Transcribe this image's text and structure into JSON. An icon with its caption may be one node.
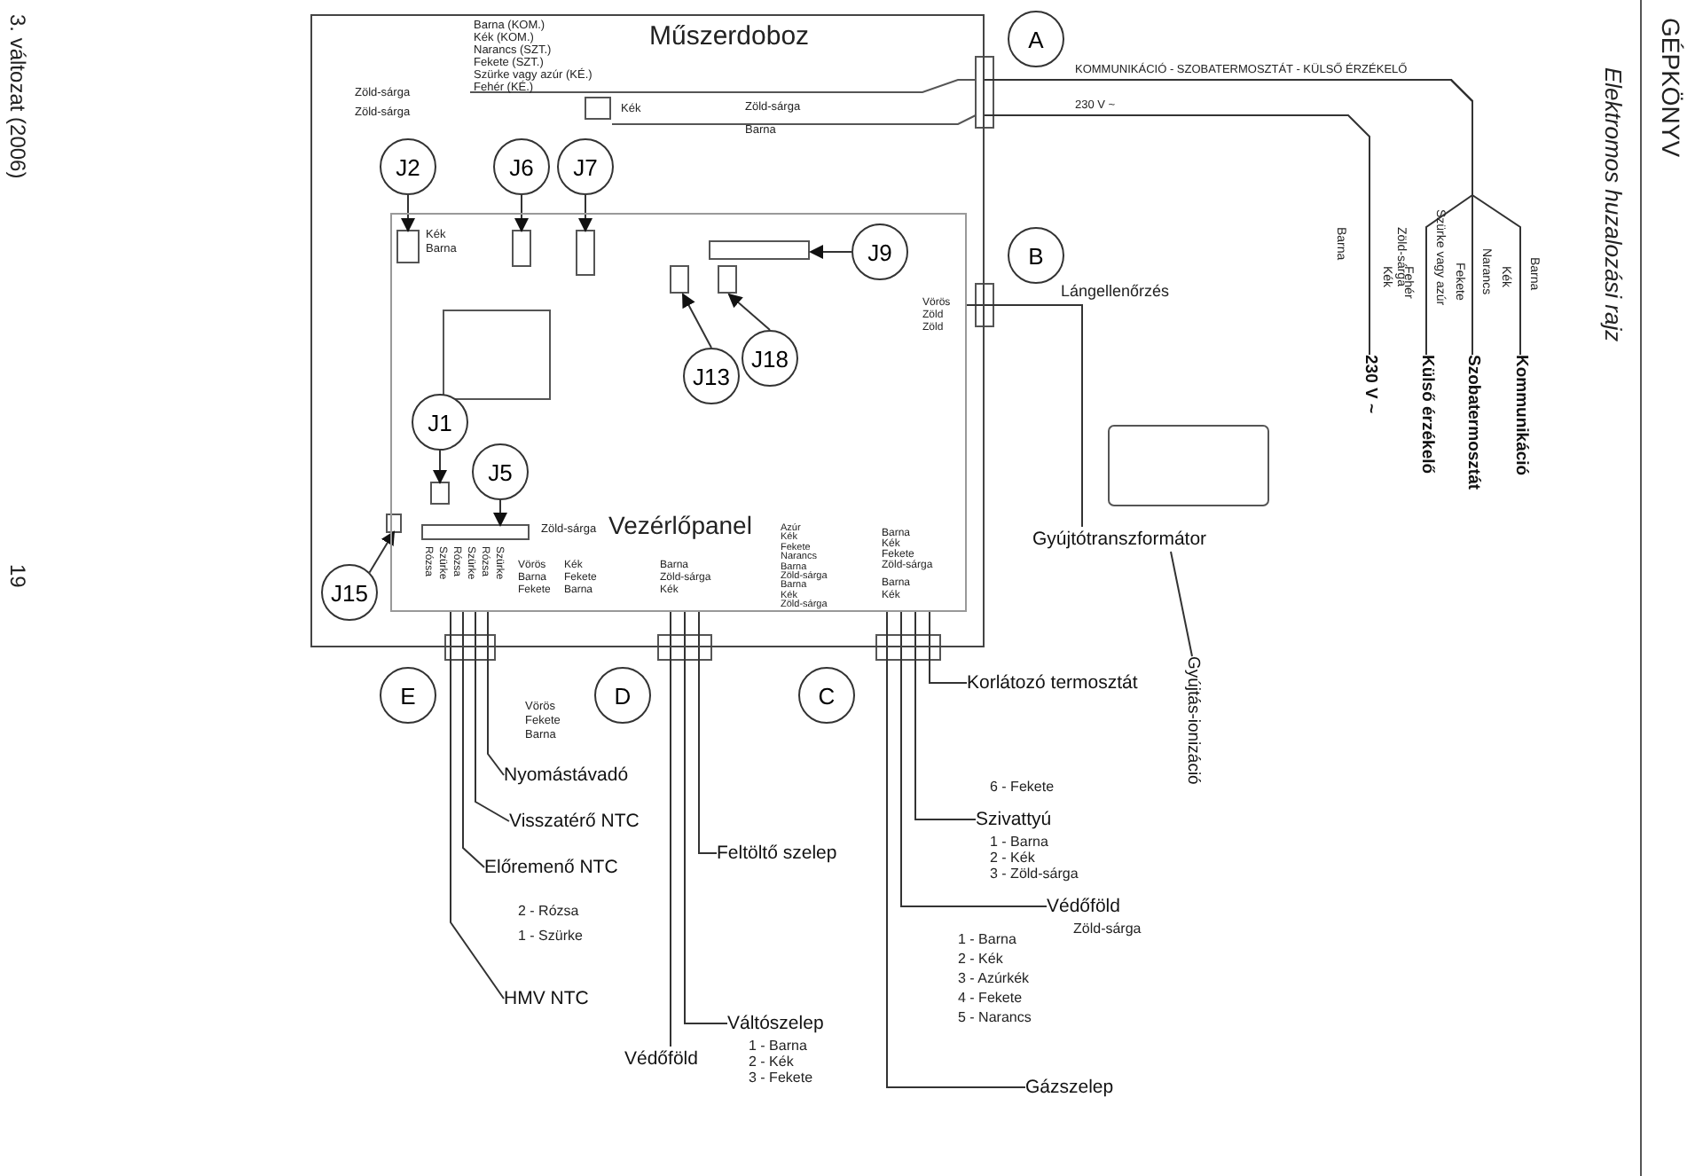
{
  "diagram": {
    "title": "Elektromos huzalozási rajz",
    "nodes": [
      {
        "text": [
          "Műszerdoboz"
        ]
      },
      {
        "text": [
          "J2"
        ],
        "in": 0
      },
      {
        "text": [
          "J6"
        ],
        "in": 0
      },
      {
        "text": [
          "J7"
        ],
        "in": 0
      },
      {
        "text": [
          "Vezérlőpanel"
        ],
        "in": 0
      },
      {
        "text": [
          "J9"
        ],
        "in": 4
      },
      {
        "text": [
          "J13"
        ],
        "in": 4
      },
      {
        "text": [
          "J18"
        ],
        "in": 4
      },
      {
        "text": [
          "J1"
        ],
        "in": 4
      },
      {
        "text": [
          "J5"
        ],
        "in": 4
      },
      {
        "text": [
          "J15"
        ],
        "in": 0
      },
      {
        "text": [
          "A"
        ]
      },
      {
        "text": [
          "B"
        ]
      },
      {
        "text": [
          "E"
        ]
      },
      {
        "text": [
          "D"
        ]
      },
      {
        "text": [
          "C"
        ]
      },
      {
        "text": [
          "Nyomástávadó"
        ]
      },
      {
        "text": [
          "Visszatérő NTC"
        ]
      },
      {
        "text": [
          "Előremenő NTC"
        ]
      },
      {
        "text": [
          "HMV NTC"
        ]
      },
      {
        "text": [
          "Feltöltő szelep"
        ]
      },
      {
        "text": [
          "Váltószelep"
        ]
      },
      {
        "text": [
          "Védőföld"
        ]
      },
      {
        "text": [
          "Korlátozó termosztát"
        ]
      },
      {
        "text": [
          "Szivattyú"
        ]
      },
      {
        "text": [
          "Védőföld"
        ]
      },
      {
        "text": [
          "Gázszelep"
        ]
      },
      {
        "text": [
          "Gyújtótranszformátor"
        ]
      },
      {
        "text": [
          "Gyújtás-ionizáció"
        ]
      },
      {
        "text": [
          "230 V ~"
        ]
      },
      {
        "text": [
          "Külső érzékelő"
        ]
      },
      {
        "text": [
          "Szobatermosztát"
        ]
      },
      {
        "text": [
          "Kommunikáció"
        ]
      }
    ],
    "edges": [
      {
        "from": 1,
        "to": 4,
        "arrow": "to"
      },
      {
        "from": 2,
        "to": 4,
        "arrow": "to"
      },
      {
        "from": 3,
        "to": 4,
        "arrow": "to"
      },
      {
        "from": 5,
        "to": 4,
        "arrow": "to"
      },
      {
        "from": 6,
        "to": 4,
        "arrow": "to"
      },
      {
        "from": 7,
        "to": 4,
        "arrow": "to"
      },
      {
        "from": 8,
        "to": 4,
        "arrow": "to"
      },
      {
        "from": 9,
        "to": 4,
        "arrow": "to"
      },
      {
        "from": 10,
        "to": 4,
        "arrow": "to"
      },
      {
        "from": 4,
        "to": 16,
        "arrow": "none"
      },
      {
        "from": 4,
        "to": 17,
        "arrow": "none"
      },
      {
        "from": 4,
        "to": 18,
        "arrow": "none"
      },
      {
        "from": 4,
        "to": 19,
        "arrow": "none"
      },
      {
        "from": 4,
        "to": 20,
        "arrow": "none"
      },
      {
        "from": 4,
        "to": 21,
        "arrow": "none"
      },
      {
        "from": 4,
        "to": 22,
        "arrow": "none"
      },
      {
        "from": 4,
        "to": 23,
        "arrow": "none"
      },
      {
        "from": 4,
        "to": 24,
        "arrow": "none"
      },
      {
        "from": 4,
        "to": 25,
        "arrow": "none"
      },
      {
        "from": 4,
        "to": 26,
        "arrow": "none"
      },
      {
        "from": 4,
        "to": 27,
        "arrow": "none"
      },
      {
        "from": 27,
        "to": 28,
        "arrow": "none"
      },
      {
        "from": 0,
        "to": 29,
        "arrow": "none"
      },
      {
        "from": 0,
        "to": 30,
        "arrow": "none"
      },
      {
        "from": 0,
        "to": 31,
        "arrow": "none"
      },
      {
        "from": 0,
        "to": 32,
        "arrow": "none"
      }
    ],
    "labels": [
      "3. változat (2006)",
      "19",
      "Barna (KOM.)",
      "Kék (KOM.)",
      "Narancs (SZT.)",
      "Fekete (SZT.)",
      "Szürke vagy azúr (KÉ.)",
      "Fehér (KÉ.)",
      "Zöld-sárga",
      "Zöld-sárga",
      "Kék",
      "Zöld-sárga",
      "Barna",
      "KOMMUNIKÁCIÓ - SZOBATERMOSZTÁT - KÜLSŐ ÉRZÉKELŐ",
      "230 V ~",
      "Kék",
      "Barna",
      "Vörös",
      "Zöld",
      "Zöld",
      "Lángellenőrzés",
      "Zöld-sárga",
      "Rózsa",
      "Szürke",
      "Rózsa",
      "Szürke",
      "Rózsa",
      "Szürke",
      "Vörös",
      "Barna",
      "Fekete",
      "Kék",
      "Fekete",
      "Barna",
      "Barna",
      "Zöld-sárga",
      "Kék",
      "Azúr",
      "Kék",
      "Fekete",
      "Narancs",
      "Barna",
      "Zöld-sárga",
      "Barna",
      "Kék",
      "Zöld-sárga",
      "Barna",
      "Kék",
      "Fekete",
      "Zöld-sárga",
      "Barna",
      "Kék",
      "Vörös",
      "Fekete",
      "Barna",
      "2 - Rózsa",
      "1 - Szürke",
      "1 - Barna",
      "2 - Kék",
      "3 - Fekete",
      "6 - Fekete",
      "1 - Barna",
      "2 - Kék",
      "3 - Zöld-sárga",
      "Zöld-sárga",
      "1 - Barna",
      "2 - Kék",
      "3 - Azúrkék",
      "4 - Fekete",
      "5 - Narancs",
      "Barna",
      "Kék",
      "Zöld-sárga",
      "Fehér",
      "Szürke vagy azúr",
      "Fekete",
      "Narancs",
      "Kék",
      "Barna",
      "GÉPKÖNYV"
    ]
  }
}
